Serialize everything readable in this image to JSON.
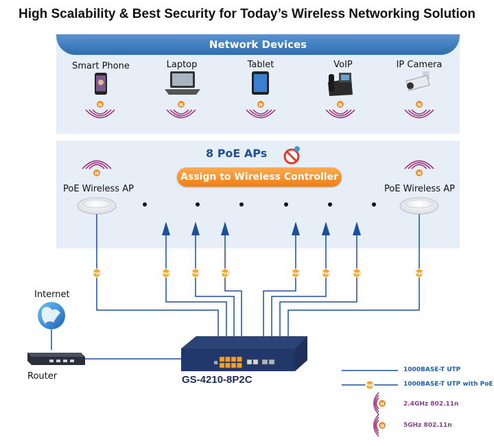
{
  "title": "High Scalability & Best Security for Today’s Wireless Networking Solution",
  "devices_banner": "Network Devices",
  "devices": [
    {
      "label": "Smart Phone",
      "icon": "smartphone-icon"
    },
    {
      "label": "Laptop",
      "icon": "laptop-icon"
    },
    {
      "label": "Tablet",
      "icon": "tablet-icon"
    },
    {
      "label": "VoIP",
      "icon": "voip-phone-icon"
    },
    {
      "label": "IP Camera",
      "icon": "ip-camera-icon"
    }
  ],
  "ap_section": {
    "count_label": "8 PoE APs",
    "assign_button": "Assign to Wireless Controller",
    "left_ap_label": "PoE Wireless AP",
    "right_ap_label": "PoE Wireless AP"
  },
  "badges": {
    "poe": "PoE",
    "n": "N"
  },
  "network": {
    "internet_label": "Internet",
    "router_label": "Router",
    "switch_label": "GS-4210-8P2C"
  },
  "legend": {
    "utp": "1000BASE-T UTP",
    "utp_poe": "1000BASE-T UTP with PoE",
    "wifi_24": "2.4GHz 802.11n",
    "wifi_5": "5GHz 802.11n"
  },
  "colors": {
    "line": "#1f4f9a",
    "poe_badge": "#f5a623",
    "banner": "#2e6db0",
    "legend_blue": "#1f5fb0",
    "legend_purple": "#8a3f8f",
    "wifi_wave": "#a0307a"
  }
}
